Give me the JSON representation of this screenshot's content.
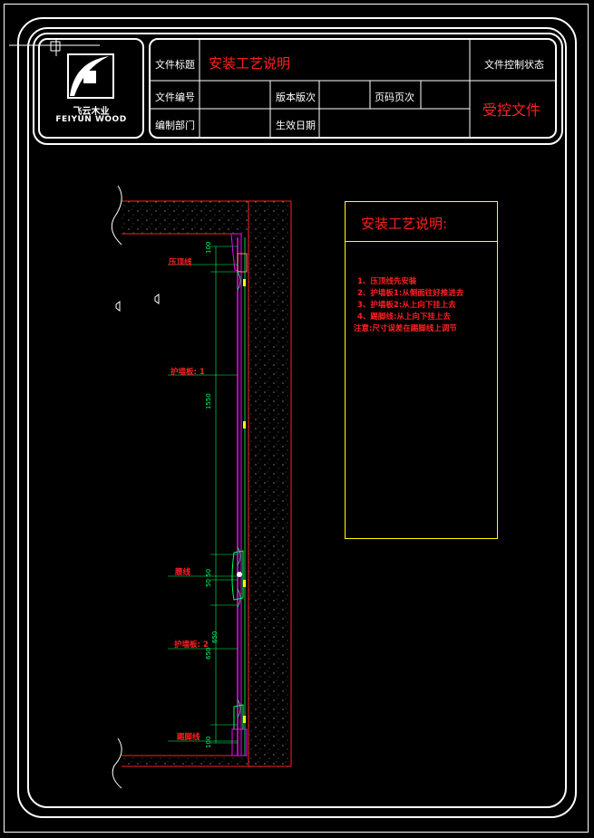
{
  "title_block": {
    "logo_cn": "飞云木业",
    "logo_en": "FEIYUN WOOD",
    "file_title_label": "文件标题",
    "file_title_value": "安装工艺说明",
    "file_control_status_label": "文件控制状态",
    "file_number_label": "文件编号",
    "version_label": "版本版次",
    "page_number_label": "页码页次",
    "department_label": "编制部门",
    "effective_date_label": "生效日期",
    "controlled_stamp": "受控文件"
  },
  "notes": {
    "title": "安装工艺说明:",
    "lines": [
      "1、压顶线先安装",
      "2、护墙板1:从侧面往好推进去",
      "3、护墙板2:从上向下挂上去",
      "4、踢脚线:从上向下挂上去",
      "注意:尺寸误差在踢脚线上调节"
    ]
  },
  "drawing": {
    "callouts": {
      "top_molding": "压顶线",
      "panel_1": "护墙板: 1",
      "waist_line": "腰线",
      "panel_2": "护墙板: 2",
      "baseboard": "踢脚线"
    },
    "dimensions": {
      "d_top": "100",
      "d_panel1": "1550",
      "d_waist": "50 50",
      "d_panel2": "650",
      "d_panel2b": "650",
      "d_base": "100"
    }
  },
  "colors": {
    "frame": "#ffffff",
    "title_text": "#ff2020",
    "note_border": "#ffff00",
    "wall": "#ff2020",
    "dimension": "#00ff60",
    "panel": "#ff00ff"
  }
}
